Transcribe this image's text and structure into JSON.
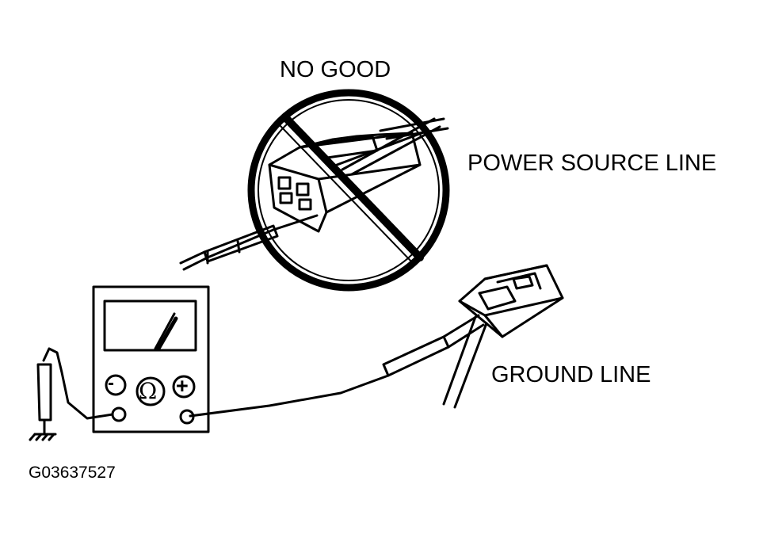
{
  "labels": {
    "no_good": "NO GOOD",
    "power_source_line": "POWER SOURCE LINE",
    "ground_line": "GROUND LINE",
    "figure_code": "G03637527"
  },
  "meter": {
    "minus_symbol": "-",
    "ohm_symbol": "Ω",
    "plus_symbol": "+",
    "icon": "ohmmeter-icon"
  },
  "colors": {
    "ink": "#000000",
    "paper": "#ffffff"
  }
}
